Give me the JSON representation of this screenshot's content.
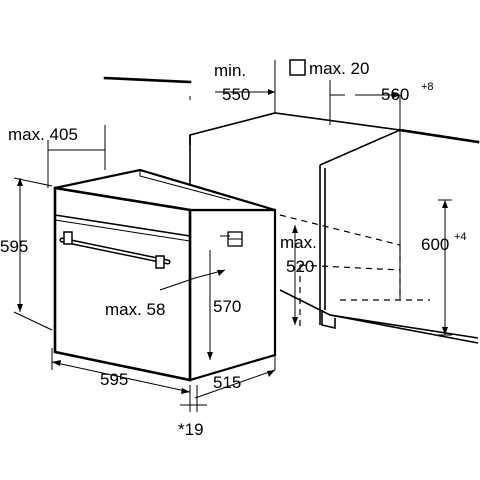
{
  "labels": {
    "min": "min.",
    "min_value": "550",
    "max20": "max. 20",
    "w560": "560",
    "w560_sup": "+8",
    "max405": "max. 405",
    "h595": "595",
    "max_a": "max.",
    "max520": "520",
    "h600": "600",
    "h600_sup": "+4",
    "h570": "570",
    "max58": "max. 58",
    "w595": "595",
    "d515": "515",
    "note19": "*19"
  },
  "icons": {
    "square": "square-symbol-icon",
    "handle": "oven-handle-icon"
  }
}
